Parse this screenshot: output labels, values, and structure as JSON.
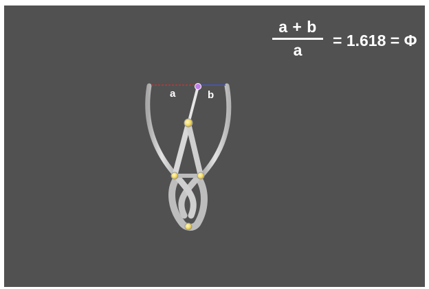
{
  "formula": {
    "numerator": "a + b",
    "denominator": "a",
    "rhs": "= 1.618 = Φ"
  },
  "diagram": {
    "label_a": "a",
    "label_b": "b",
    "colors": {
      "background": "#515151",
      "caliper": "#c9c9c9",
      "caliper_edge": "#9a9a9a",
      "pivot": "#f4e27a",
      "segment_a": "#cc3333",
      "segment_b": "#4455cc",
      "tip_marker": "#c080e8"
    }
  }
}
